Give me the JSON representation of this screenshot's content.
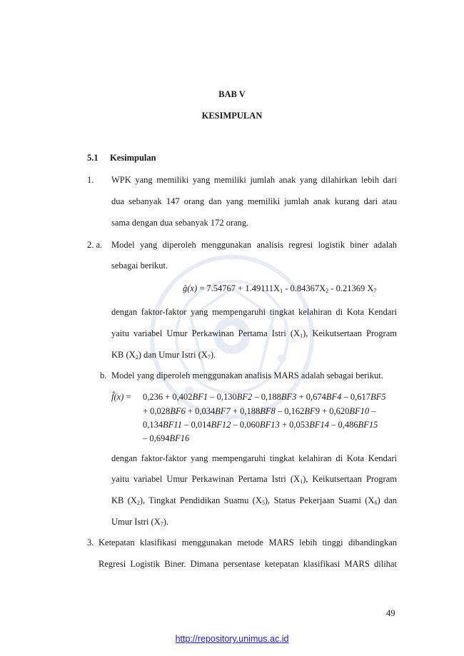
{
  "chapter": {
    "label": "BAB V",
    "title": "KESIMPULAN"
  },
  "section": {
    "number": "5.1",
    "title": "Kesimpulan"
  },
  "item1": {
    "num": "1.",
    "lines": [
      "WPK yang memiliki yang memiliki jumlah anak yang dilahirkan lebih dari",
      "dua sebanyak 147 orang dan yang memiliki jumlah anak kurang dari atau",
      "sama dengan dua sebanyak 172 orang."
    ]
  },
  "item2a": {
    "num": "2. a.",
    "lines": [
      "Model yang diperoleh menggunakan analisis regresi logistik biner adalah",
      "sebagai berikut."
    ],
    "equation": {
      "lhs": "ĝ(x)",
      "rhs_parts": [
        "= 7.54767 + 1.49111X",
        "1",
        " - 0.84367X",
        "2",
        " - 0.21369 X",
        "7"
      ]
    },
    "after": [
      "dengan faktor-faktor yang mempengaruhi tingkat kelahiran di Kota Kendari",
      "yaitu variabel Umur Perkawinan Pertama Istri (X",
      "1",
      "), Keikutsertaan Program",
      "KB (X",
      "2",
      ") dan Umur Istri (X",
      "7",
      ")."
    ]
  },
  "item2b": {
    "num": "b.",
    "intro": "Model yang diperoleh menggunakan analisis MARS adalah sebagai berikut.",
    "equation": {
      "lhs": "f̂(x)",
      "eq": "=",
      "line1": "0,236 + 0,402BF1 – 0,130BF2 – 0,188BF3 + 0,674BF4 – 0,617BF5",
      "line2": "+ 0,028BF6 + 0,034BF7 + 0,188BF8 – 0,162BF9 + 0,620BF10 –",
      "line3": "0,134BF11 – 0,014BF12 – 0,060BF13 + 0,053BF14 – 0,486BF15",
      "line4": "– 0,694BF16"
    },
    "after_line1": "dengan faktor-faktor yang mempengaruhi tingkat kelahiran di Kota Kendari",
    "after_line2": [
      "yaitu variabel Umur Perkawinan Pertama Istri (X",
      "1",
      "), Keikutsertaan Program"
    ],
    "after_line3": [
      "KB (X",
      "2",
      "), Tingkat Pendidikan Suamu (X",
      "5",
      "), Status Pekerjaan Suami (X",
      "6",
      ") dan"
    ],
    "after_line4": [
      "Umur Istri (X",
      "7",
      ")."
    ]
  },
  "item3": {
    "num": "3.",
    "line1": "Ketepatan klasifikasi menggunakan metode MARS lebih tinggi dibandingkan",
    "line2": "Regresi Logistik Biner. Dimana persentase ketepatan klasifikasi MARS dilihat"
  },
  "page_number": "49",
  "footer_link": "http://repository.unimus.ac.id"
}
